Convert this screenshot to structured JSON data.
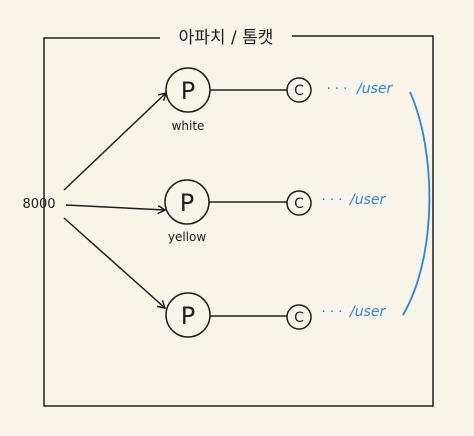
{
  "title": "아파치 / 톰캣",
  "port": "8000",
  "processes": [
    {
      "symbol": "P",
      "label": "white"
    },
    {
      "symbol": "P",
      "label": "yellow"
    },
    {
      "symbol": "P",
      "label": ""
    }
  ],
  "connectors": [
    {
      "symbol": "C",
      "ellipsis": "· · ·",
      "path": "/user"
    },
    {
      "symbol": "C",
      "ellipsis": "· · ·",
      "path": "/user"
    },
    {
      "symbol": "C",
      "ellipsis": "· · ·",
      "path": "/user"
    }
  ],
  "colors": {
    "background": "#f8f4ea",
    "ink": "#1e1e1e",
    "accent": "#2f86cf"
  }
}
